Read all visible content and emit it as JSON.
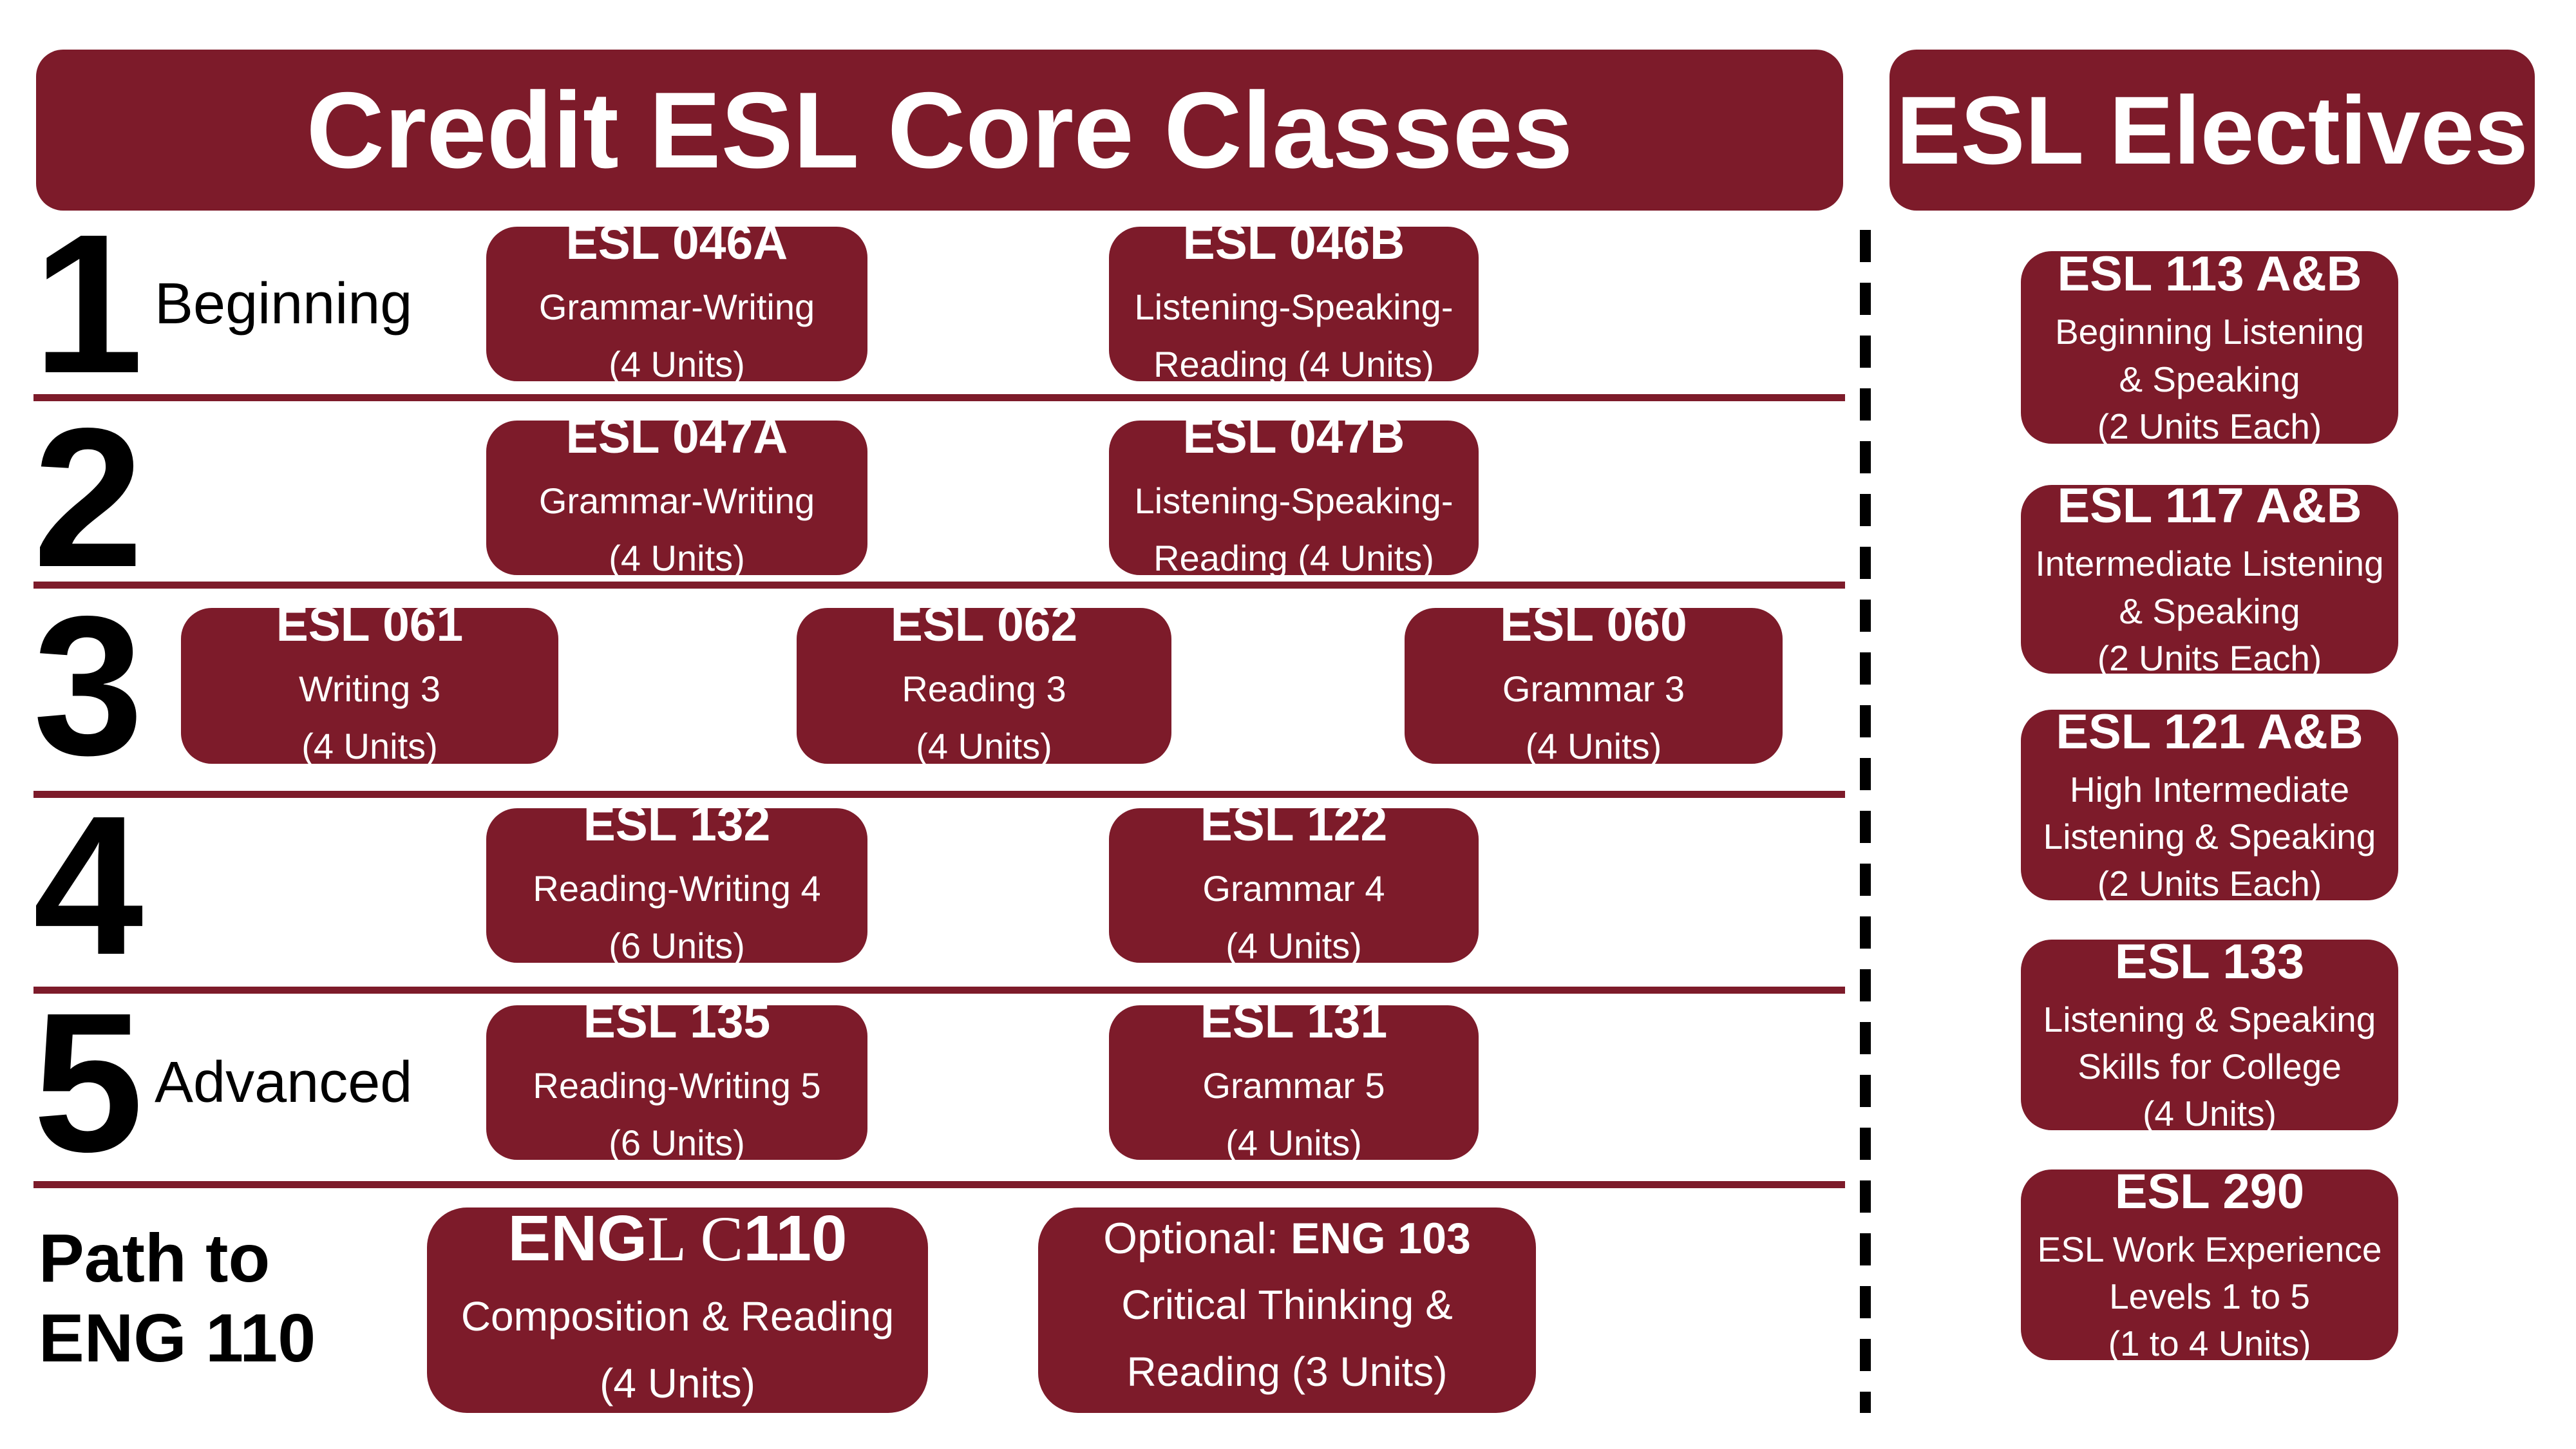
{
  "colors": {
    "maroon": "#7d1b2a",
    "black": "#000000",
    "white": "#ffffff"
  },
  "header": {
    "core_title": "Credit ESL Core Classes",
    "electives_title": "ESL Electives"
  },
  "rows": [
    {
      "number": "1",
      "label": "Beginning",
      "courses": [
        {
          "code": "ESL 046A",
          "lines": [
            "Grammar-Writing",
            "(4 Units)"
          ]
        },
        {
          "code": "ESL 046B",
          "lines": [
            "Listening-Speaking-",
            "Reading (4 Units)"
          ]
        }
      ]
    },
    {
      "number": "2",
      "label": "",
      "courses": [
        {
          "code": "ESL 047A",
          "lines": [
            "Grammar-Writing",
            "(4 Units)"
          ]
        },
        {
          "code": "ESL 047B",
          "lines": [
            "Listening-Speaking-",
            "Reading (4 Units)"
          ]
        }
      ]
    },
    {
      "number": "3",
      "label": "",
      "courses": [
        {
          "code": "ESL 061",
          "lines": [
            "Writing 3",
            "(4 Units)"
          ]
        },
        {
          "code": "ESL 062",
          "lines": [
            "Reading 3",
            "(4 Units)"
          ]
        },
        {
          "code": "ESL 060",
          "lines": [
            "Grammar 3",
            "(4 Units)"
          ]
        }
      ]
    },
    {
      "number": "4",
      "label": "",
      "courses": [
        {
          "code": "ESL 132",
          "lines": [
            "Reading-Writing 4",
            "(6 Units)"
          ]
        },
        {
          "code": "ESL 122",
          "lines": [
            "Grammar 4",
            "(4 Units)"
          ]
        }
      ]
    },
    {
      "number": "5",
      "label": "Advanced",
      "courses": [
        {
          "code": "ESL 135",
          "lines": [
            "Reading-Writing 5",
            "(6 Units)"
          ]
        },
        {
          "code": "ESL 131",
          "lines": [
            "Grammar 5",
            "(4 Units)"
          ]
        }
      ]
    }
  ],
  "path_row": {
    "label_line1": "Path to",
    "label_line2": "ENG 110",
    "engl_box": {
      "code_sans_a": "ENG",
      "code_serif": "L C",
      "code_sans_b": "110",
      "lines": [
        "Composition & Reading",
        "(4 Units)"
      ]
    },
    "optional_box": {
      "prefix": "Optional: ",
      "code": "ENG 103",
      "lines": [
        "Critical Thinking &",
        "Reading (3 Units)"
      ]
    }
  },
  "electives": [
    {
      "code": "ESL 113 A&B",
      "lines": [
        "Beginning Listening",
        "& Speaking",
        "(2 Units Each)"
      ]
    },
    {
      "code": "ESL 117 A&B",
      "lines": [
        "Intermediate Listening",
        "& Speaking",
        "(2 Units Each)"
      ]
    },
    {
      "code": "ESL 121 A&B",
      "lines": [
        "High Intermediate",
        "Listening & Speaking",
        "(2 Units Each)"
      ]
    },
    {
      "code": "ESL 133",
      "lines": [
        "Listening & Speaking",
        "Skills for College",
        "(4 Units)"
      ]
    },
    {
      "code": "ESL 290",
      "lines": [
        "ESL Work Experience",
        "Levels 1 to 5",
        "(1 to 4 Units)"
      ]
    }
  ]
}
